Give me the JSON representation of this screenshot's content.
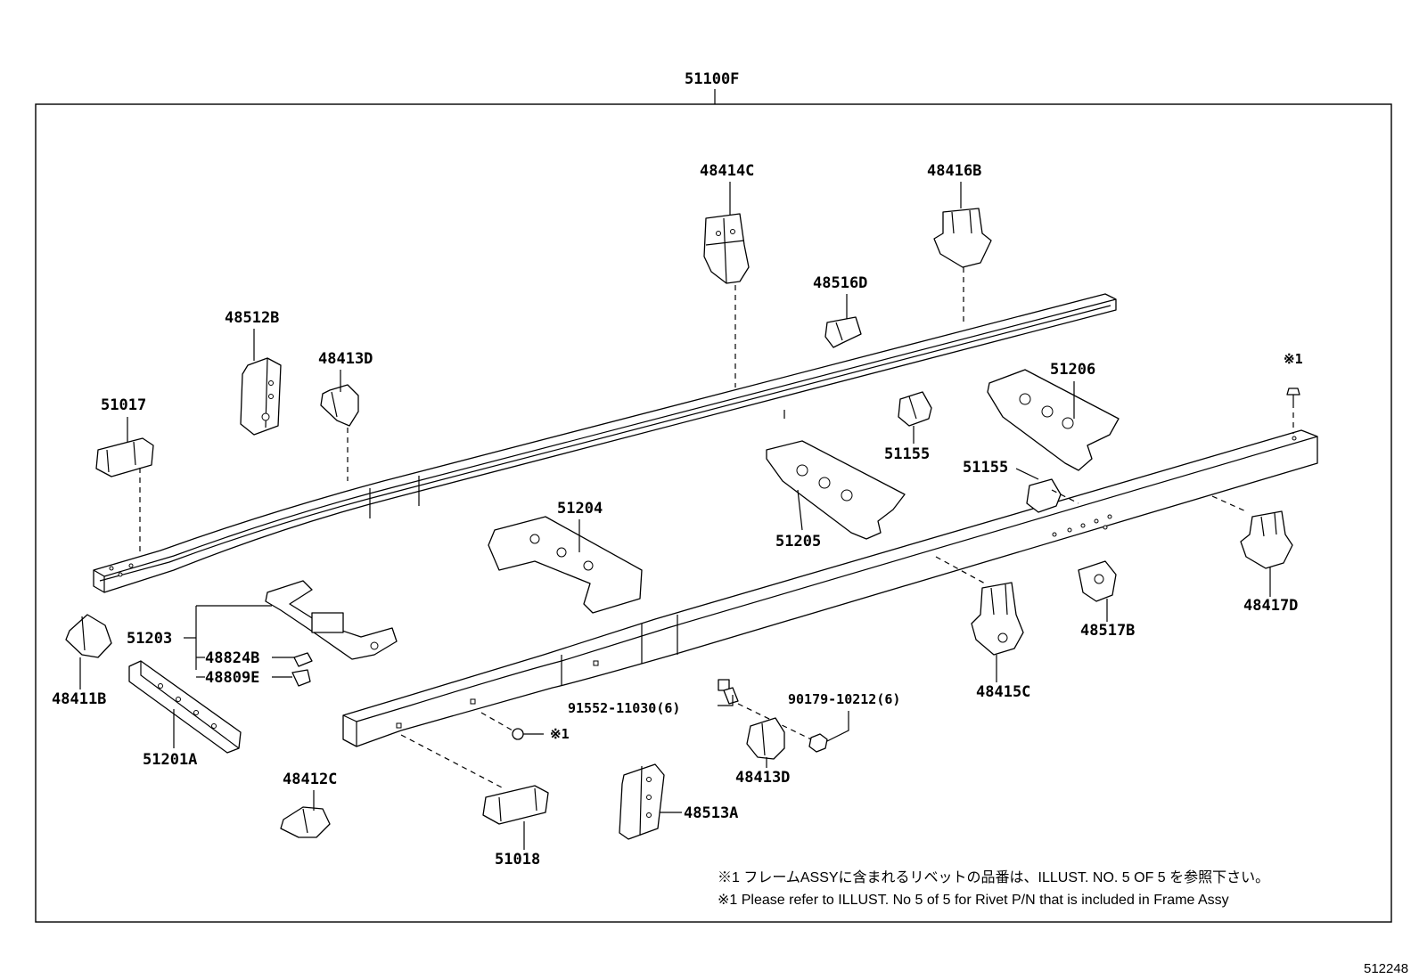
{
  "assembly_label": "51100F",
  "parts": {
    "p48414C": "48414C",
    "p48416B": "48416B",
    "p48516D": "48516D",
    "p48512B": "48512B",
    "p48413D_top": "48413D",
    "p51017": "51017",
    "p51206": "51206",
    "p51155_a": "51155",
    "p51155_b": "51155",
    "p51205": "51205",
    "p51204": "51204",
    "p51203": "51203",
    "p48824B": "48824B",
    "p48809E": "48809E",
    "p48411B": "48411B",
    "p51201A": "51201A",
    "p48417D": "48417D",
    "p48517B": "48517B",
    "p48415C": "48415C",
    "p91552": "91552-11030(6)",
    "p90179": "90179-10212(6)",
    "p48413D_bottom": "48413D",
    "p48412C": "48412C",
    "p51018": "51018",
    "p48513A": "48513A"
  },
  "rivet_marks": {
    "top_right": "※1",
    "bottom": "※1"
  },
  "notes": {
    "japanese": "※1 フレームASSYに含まれるリベットの品番は、ILLUST. NO. 5  OF  5  を参照下さい。",
    "english": "※1 Please refer to ILLUST. No 5 of 5 for Rivet P/N that is included in Frame Assy"
  },
  "diagram_id": "512248",
  "colors": {
    "line": "#000000",
    "background": "#ffffff"
  }
}
